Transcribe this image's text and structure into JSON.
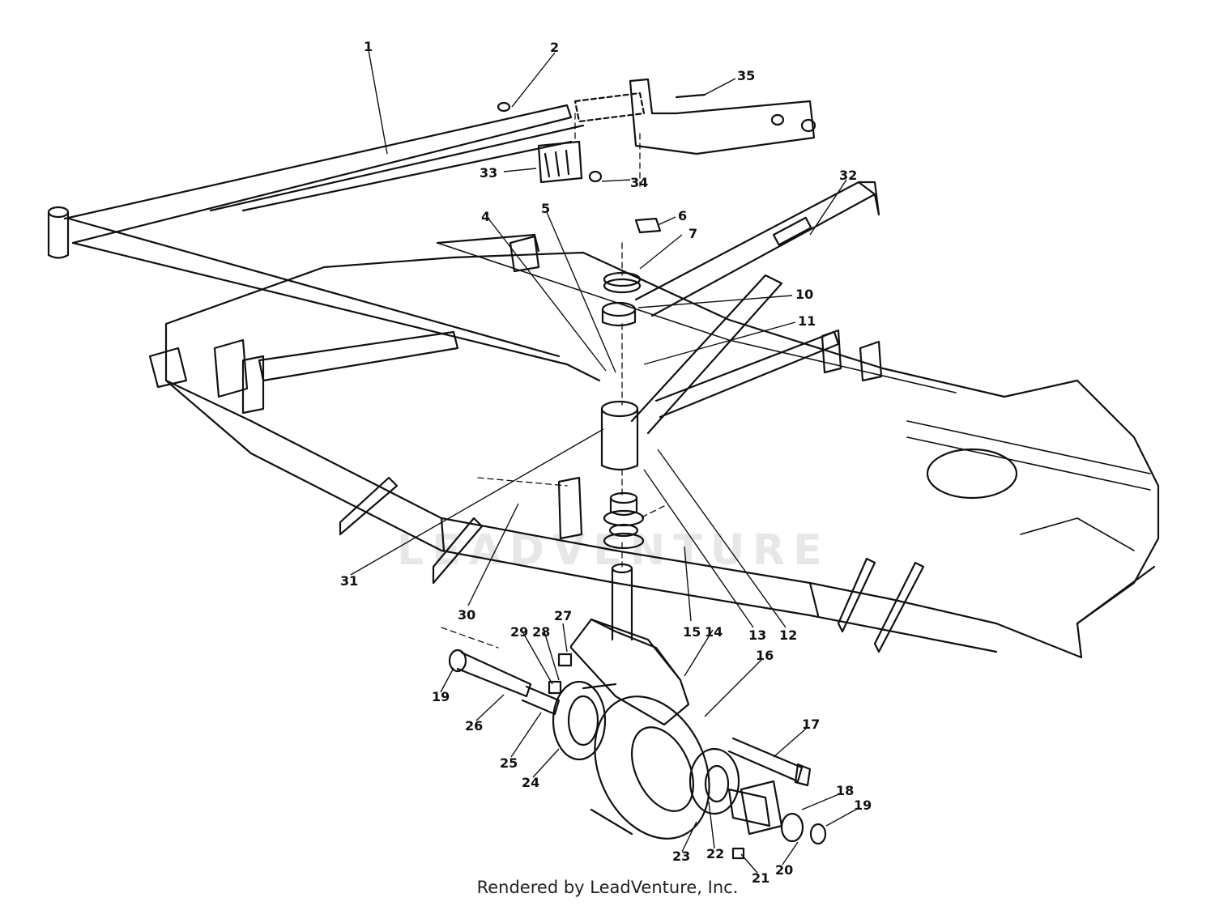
{
  "watermark": "LEADVENTURE",
  "footer": "Rendered by LeadVenture, Inc.",
  "callouts": [
    "1",
    "2",
    "35",
    "33",
    "34",
    "32",
    "4",
    "5",
    "6",
    "7",
    "10",
    "11",
    "31",
    "30",
    "15",
    "14",
    "13",
    "12",
    "16",
    "27",
    "29",
    "28",
    "19",
    "26",
    "25",
    "24",
    "17",
    "18",
    "19",
    "23",
    "22",
    "21",
    "20"
  ]
}
